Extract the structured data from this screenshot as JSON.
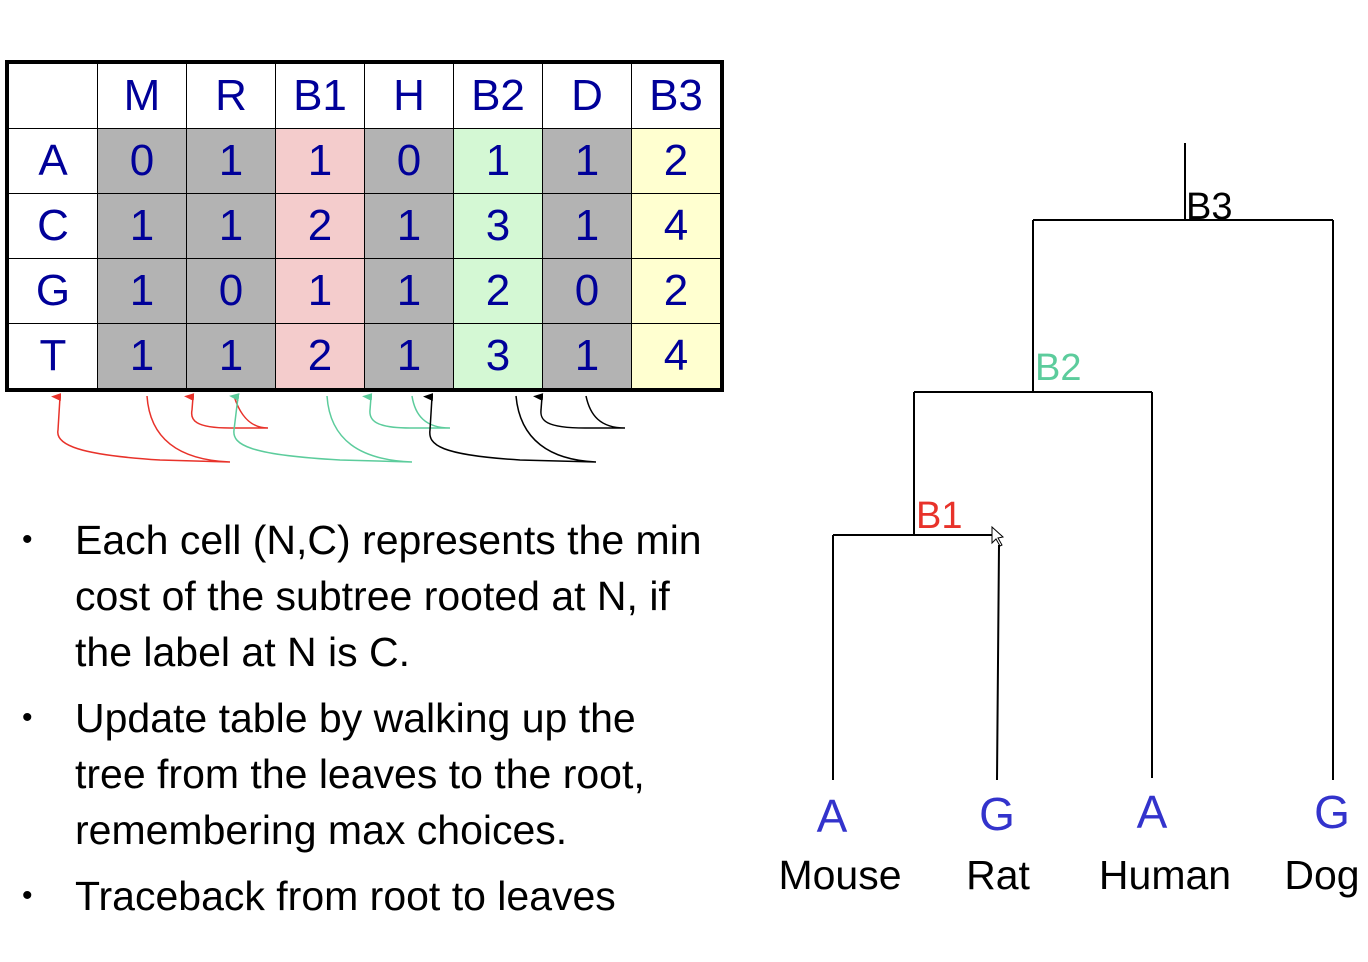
{
  "table": {
    "columns": [
      "M",
      "R",
      "B1",
      "H",
      "B2",
      "D",
      "B3"
    ],
    "rows": [
      {
        "label": "A",
        "values": [
          "0",
          "1",
          "1",
          "0",
          "1",
          "1",
          "2"
        ]
      },
      {
        "label": "C",
        "values": [
          "1",
          "1",
          "2",
          "1",
          "3",
          "1",
          "4"
        ]
      },
      {
        "label": "G",
        "values": [
          "1",
          "0",
          "1",
          "1",
          "2",
          "0",
          "2"
        ]
      },
      {
        "label": "T",
        "values": [
          "1",
          "1",
          "2",
          "1",
          "3",
          "1",
          "4"
        ]
      }
    ]
  },
  "bullets": [
    "Each cell (N,C) represents the min cost of the subtree rooted at N, if the label at N is C.",
    "Update table by walking up the tree from the leaves to the root, remembering max choices.",
    "Traceback from root to leaves"
  ],
  "tree": {
    "internal": [
      "B3",
      "B2",
      "B1"
    ],
    "leaves": [
      {
        "base": "A",
        "name": "Mouse"
      },
      {
        "base": "G",
        "name": "Rat"
      },
      {
        "base": "A",
        "name": "Human"
      },
      {
        "base": "G",
        "name": "Dog"
      }
    ]
  },
  "colors": {
    "b1": "#e8322a",
    "b2": "#5ccc9c",
    "b3": "#000000",
    "text": "#000099",
    "leaf": "#3333cc"
  }
}
